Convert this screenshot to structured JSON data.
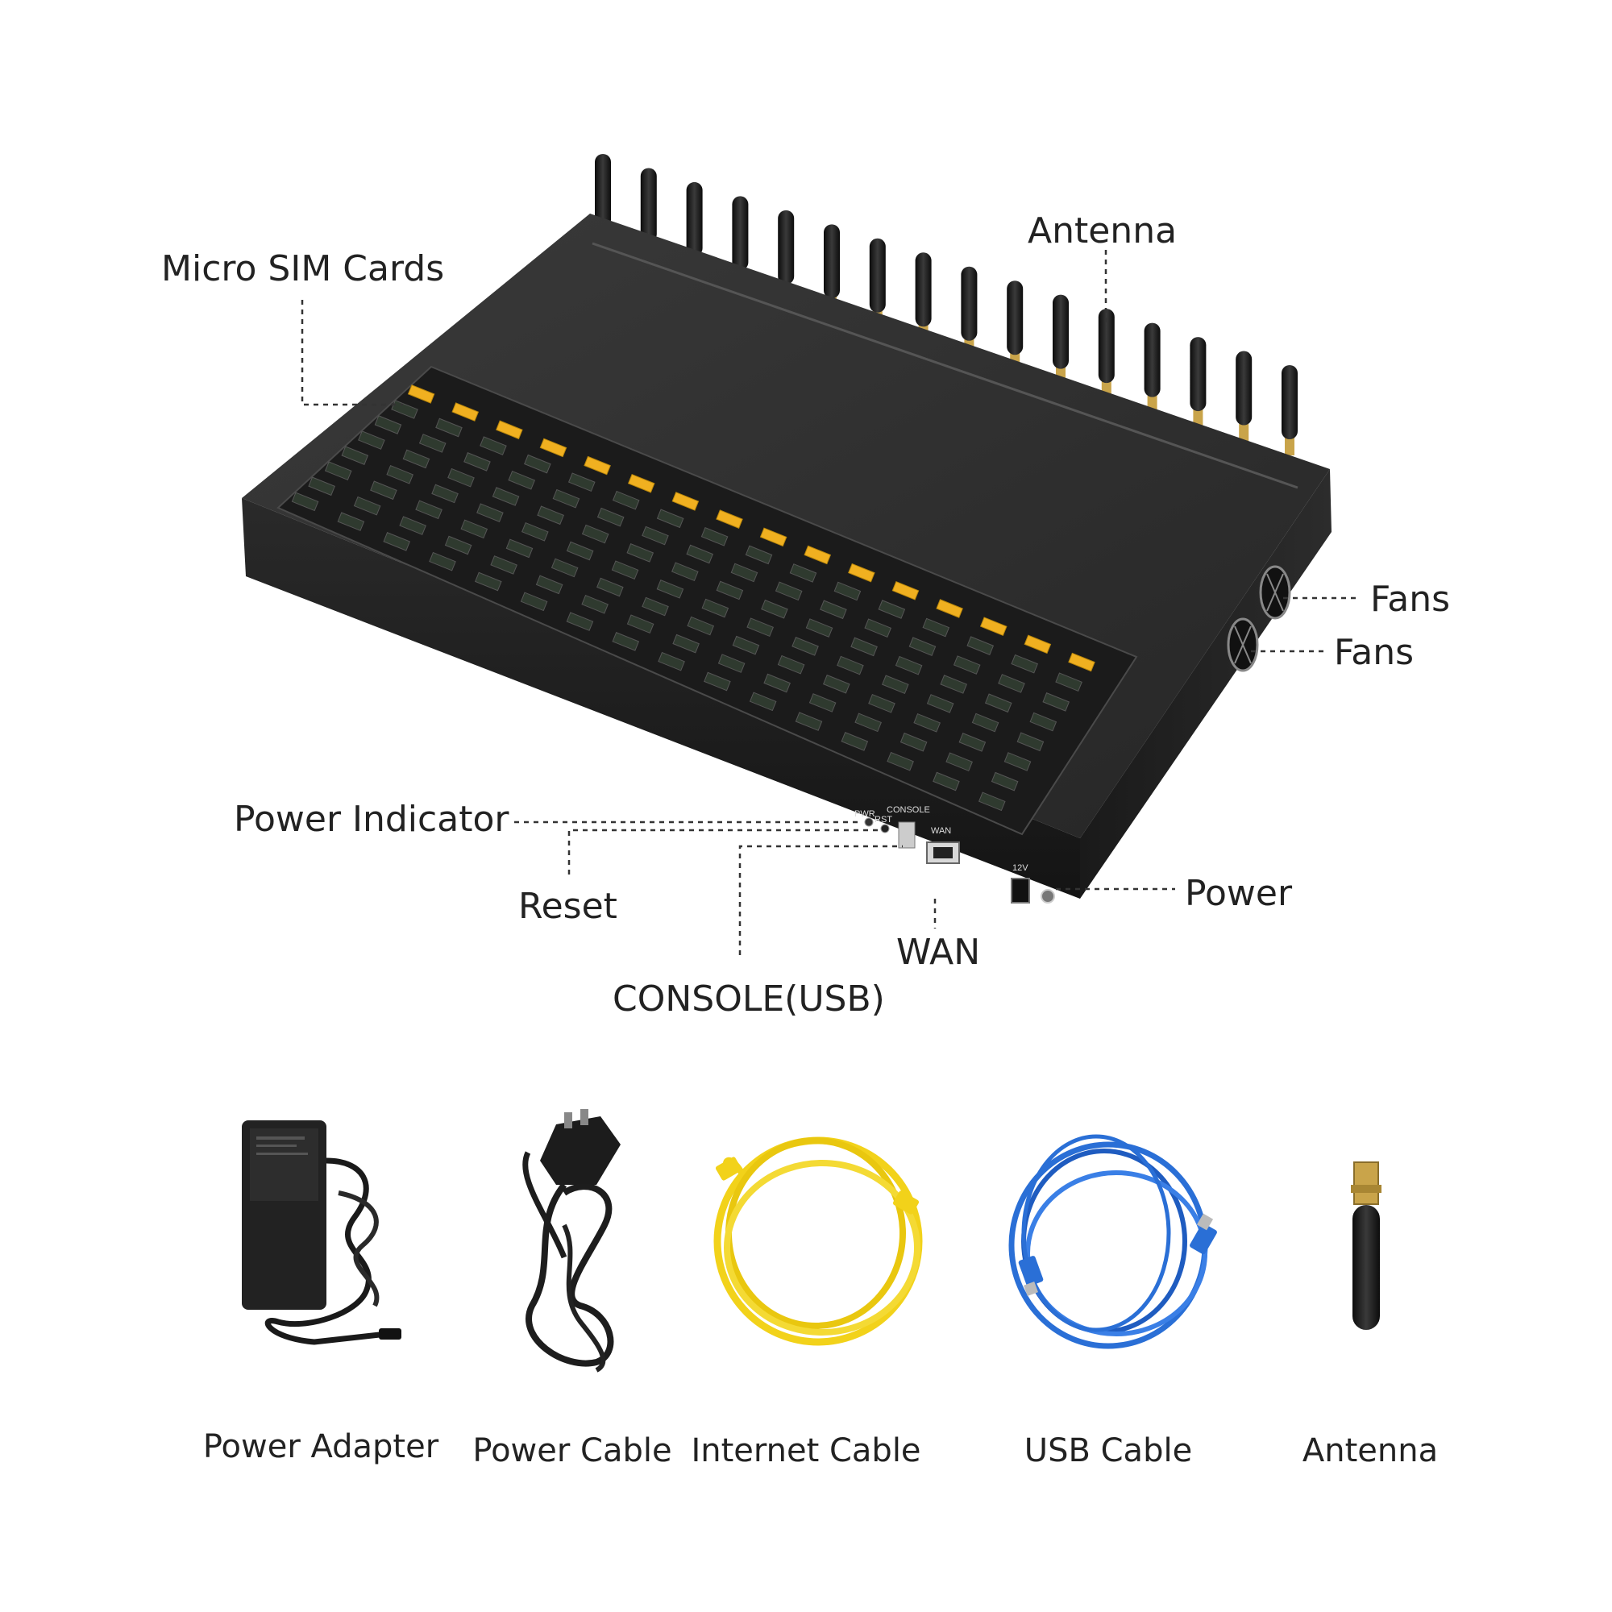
{
  "callouts": {
    "micro_sim_cards": "Micro SIM Cards",
    "antenna": "Antenna",
    "fans_top": "Fans",
    "fans_bottom": "Fans",
    "power_indicator": "Power Indicator",
    "reset": "Reset",
    "wan": "WAN",
    "console_usb": "CONSOLE(USB)",
    "power": "Power"
  },
  "panel_markings": {
    "pwr": "PWR",
    "rst": "RST",
    "console": "CONSOLE",
    "wan": "WAN",
    "dc": "12V"
  },
  "accessories": [
    {
      "label": "Power Adapter",
      "icon": "power-adapter-icon"
    },
    {
      "label": "Power Cable",
      "icon": "power-cable-icon"
    },
    {
      "label": "Internet Cable",
      "icon": "ethernet-cable-icon"
    },
    {
      "label": "USB Cable",
      "icon": "usb-cable-icon"
    },
    {
      "label": "Antenna",
      "icon": "antenna-icon"
    }
  ],
  "colors": {
    "device_body": "#1f1f1f",
    "sim_card": "#f0b020",
    "ethernet_cable": "#f2d21a",
    "usb_cable": "#2a6fd6",
    "antenna_connector": "#c9a44a"
  }
}
